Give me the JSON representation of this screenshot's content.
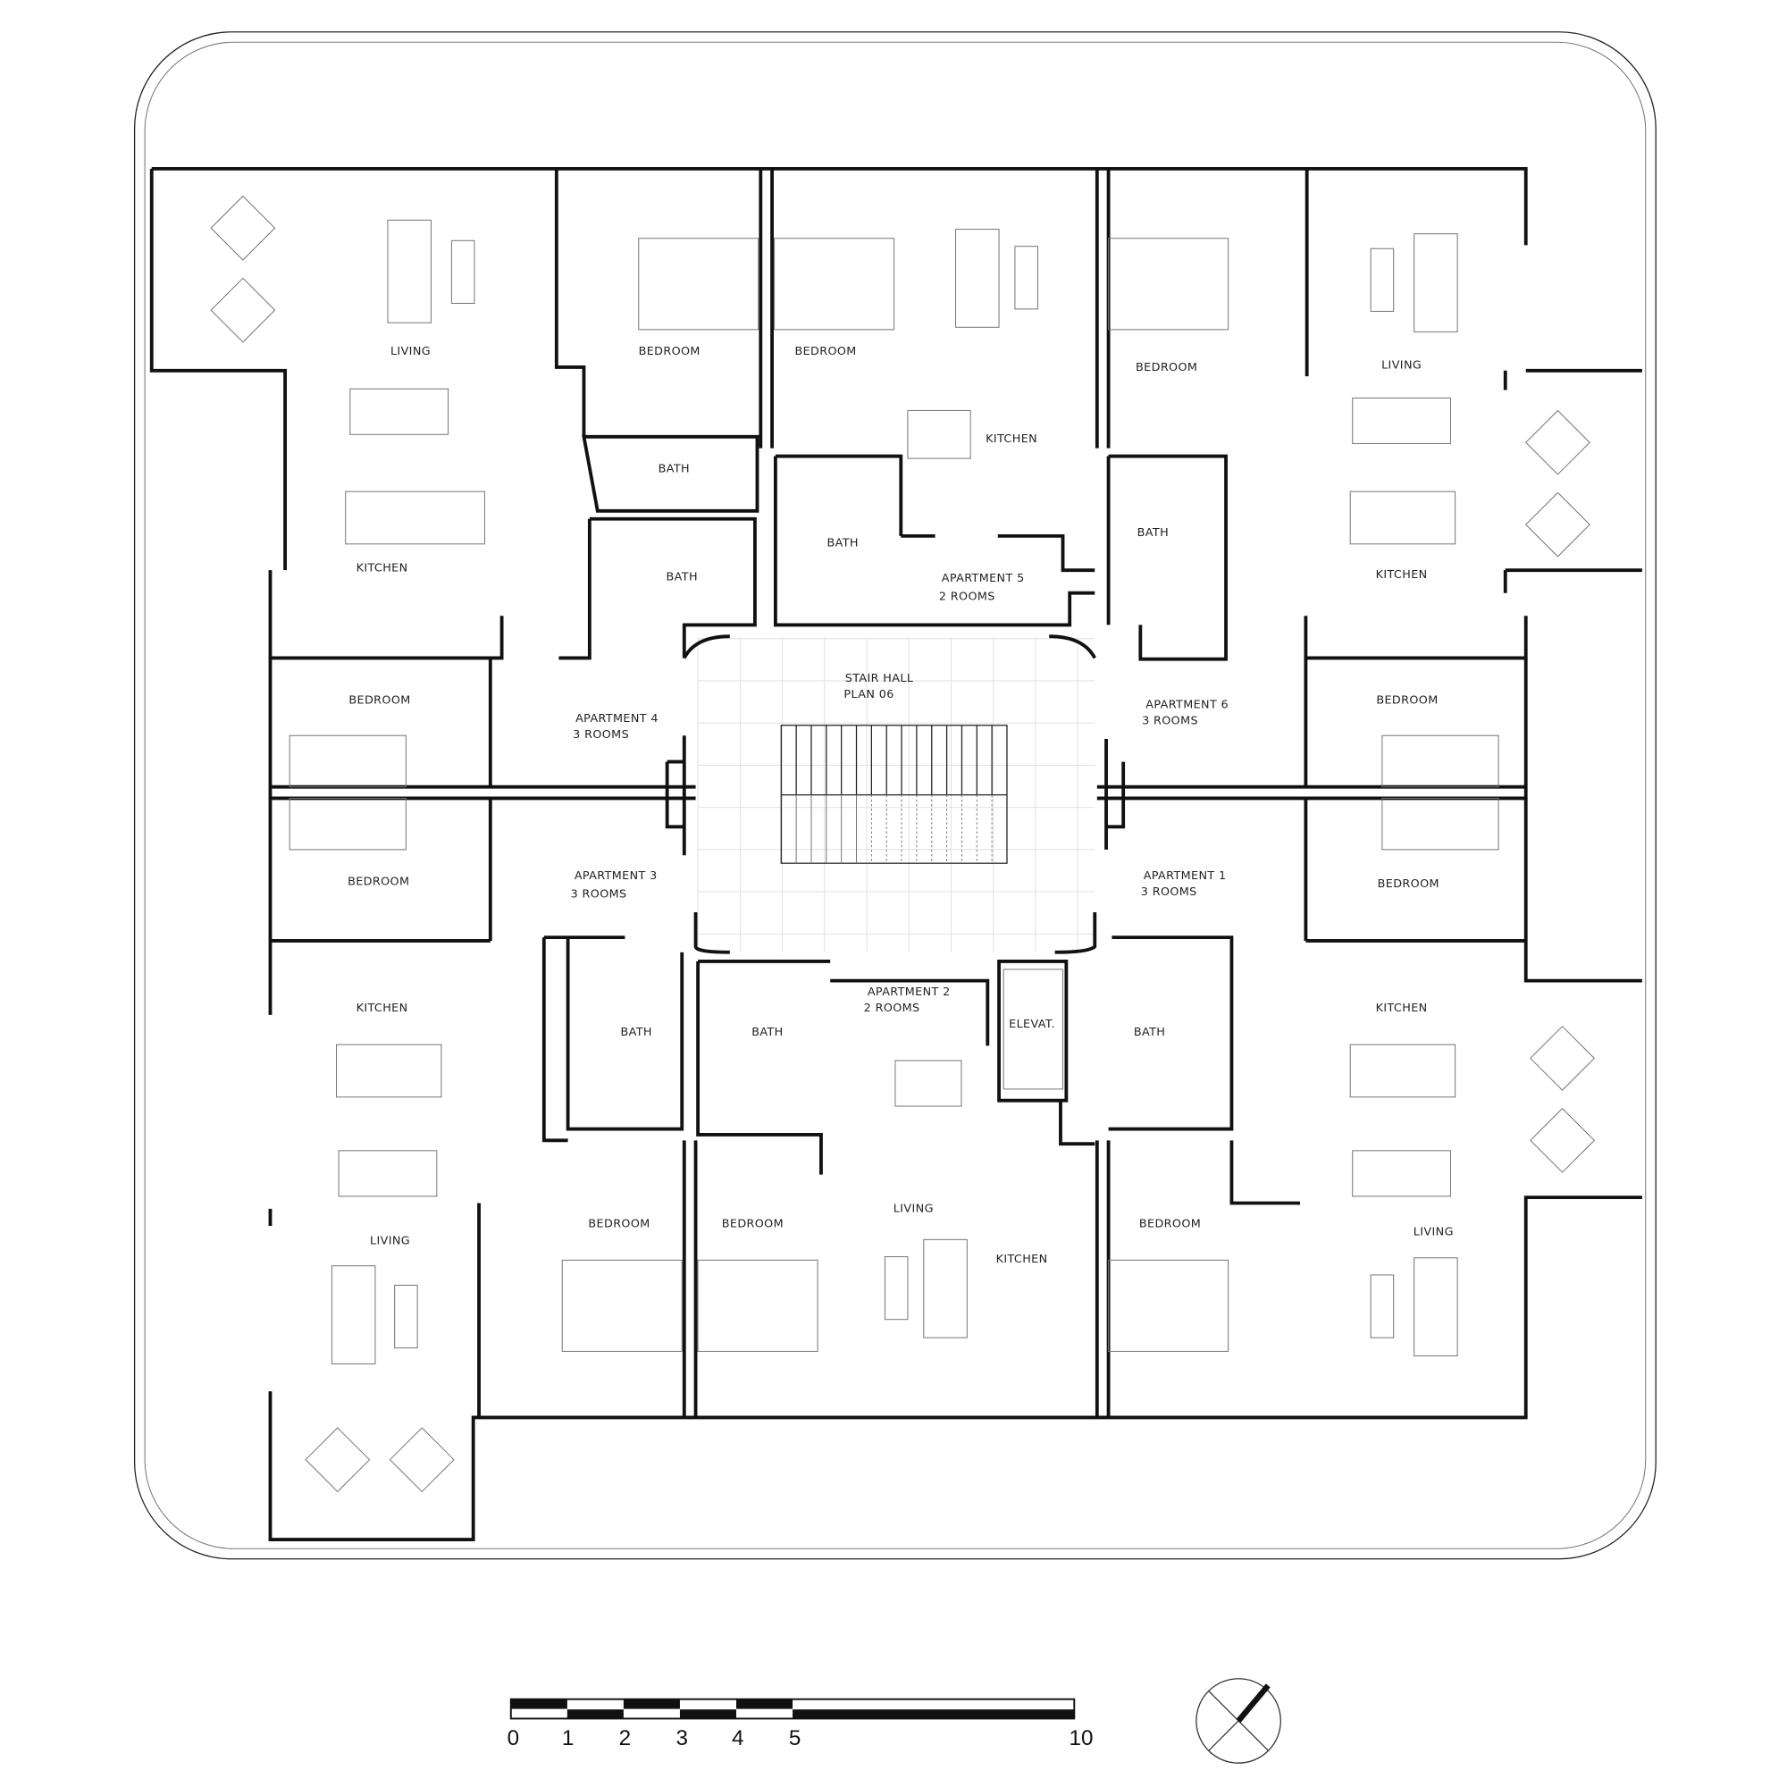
{
  "rooms": {
    "living_nw": "LIVING",
    "bedroom_n1": "BEDROOM",
    "bedroom_n2": "BEDROOM",
    "bedroom_n3": "BEDROOM",
    "living_ne": "LIVING",
    "bath_1": "BATH",
    "bath_2": "BATH",
    "bath_3": "BATH",
    "kitchen_n": "KITCHEN",
    "apt5_name": "APARTMENT 5",
    "apt5_rooms": "2 ROOMS",
    "bath_4": "BATH",
    "kitchen_nw": "KITCHEN",
    "kitchen_ne": "KITCHEN",
    "stair_1": "STAIR HALL",
    "stair_2": "PLAN 06",
    "bedroom_w1": "BEDROOM",
    "apt4_name": "APARTMENT 4",
    "apt4_rooms": "3 ROOMS",
    "apt6_name": "APARTMENT 6",
    "apt6_rooms": "3 ROOMS",
    "bedroom_e1": "BEDROOM",
    "bedroom_w2": "BEDROOM",
    "apt3_name": "APARTMENT 3",
    "apt3_rooms": "3 ROOMS",
    "apt1_name": "APARTMENT 1",
    "apt1_rooms": "3 ROOMS",
    "bedroom_e2": "BEDROOM",
    "kitchen_sw": "KITCHEN",
    "apt2_name": "APARTMENT 2",
    "apt2_rooms": "2 ROOMS",
    "bath_5": "BATH",
    "bath_6": "BATH",
    "elevator": "ELEVAT.",
    "bath_7": "BATH",
    "kitchen_se": "KITCHEN",
    "living_s": "LIVING",
    "bedroom_s1": "BEDROOM",
    "bedroom_s2": "BEDROOM",
    "bedroom_s3": "BEDROOM",
    "living_se": "LIVING",
    "living_sw": "LIVING",
    "kitchen_s": "KITCHEN"
  },
  "scale_bar": {
    "ticks": [
      "0",
      "1",
      "2",
      "3",
      "4",
      "5",
      "10"
    ]
  },
  "north_arrow": {
    "icon": "north-arrow-icon"
  }
}
